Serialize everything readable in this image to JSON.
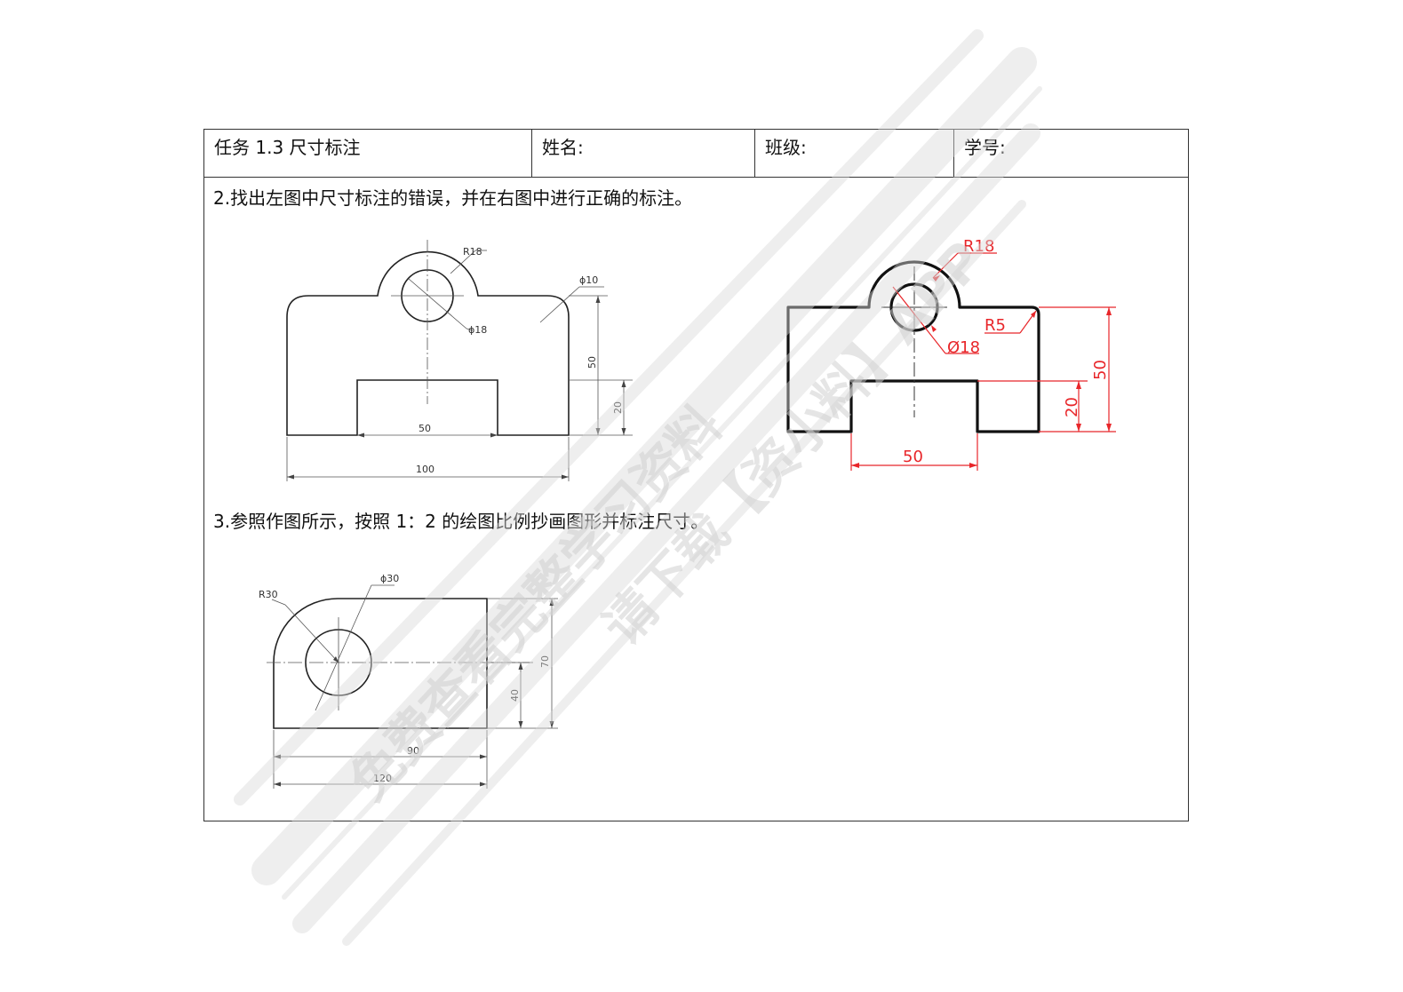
{
  "header": {
    "task": "任务 1.3  尺寸标注",
    "name_label": "姓名:",
    "class_label": "班级:",
    "id_label": "学号:"
  },
  "question2": {
    "text": "2.找出左图中尺寸标注的错误，并在右图中进行正确的标注。",
    "left_drawing": {
      "labels": {
        "r18": "R18",
        "d10": "ϕ10",
        "d18": "ϕ18",
        "h50": "50",
        "h20": "20",
        "w50": "50",
        "w100": "100"
      }
    },
    "right_drawing": {
      "labels": {
        "r18": "R18",
        "r5": "R5",
        "d18": "Ø18",
        "h50": "50",
        "h20": "20",
        "w50": "50"
      }
    }
  },
  "question3": {
    "text": "3.参照作图所示，按照 1：2 的绘图比例抄画图形并标注尺寸。",
    "drawing": {
      "labels": {
        "r30": "R30",
        "d30": "ϕ30",
        "h70": "70",
        "h40": "40",
        "w90": "90",
        "w120": "120"
      }
    }
  },
  "watermark": {
    "line1": "免费查看完整学习资料",
    "line2": "请下载【资小料】APP"
  },
  "colors": {
    "ink": "#111111",
    "dim_red": "#e8262a",
    "frame": "#333333"
  }
}
